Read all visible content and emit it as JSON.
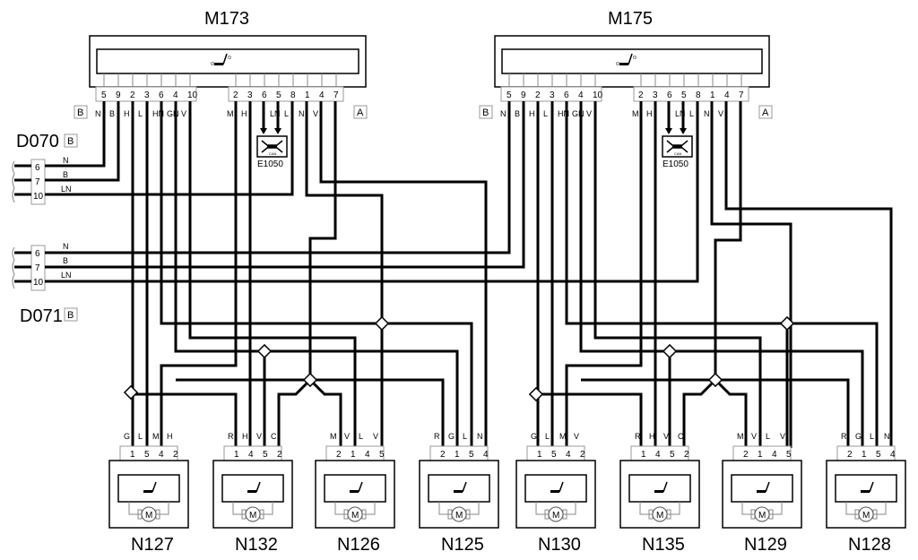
{
  "modules": [
    {
      "id": "M173",
      "connector_b": {
        "tag": "B",
        "pins": [
          "5",
          "9",
          "2",
          "3",
          "6",
          "4",
          "10"
        ],
        "wires": [
          "N",
          "B",
          "H",
          "L",
          "HN",
          "GN",
          "V"
        ]
      },
      "connector_a": {
        "tag": "A",
        "pins": [
          "2",
          "3",
          "6",
          "5",
          "8",
          "1",
          "4",
          "7"
        ],
        "wires": [
          "M",
          "H",
          "",
          "LN",
          "L",
          "N",
          "V"
        ]
      },
      "can_device": {
        "id": "E1050",
        "label": "CAN"
      }
    },
    {
      "id": "M175",
      "connector_b": {
        "tag": "B",
        "pins": [
          "5",
          "9",
          "2",
          "3",
          "6",
          "4",
          "10"
        ],
        "wires": [
          "N",
          "B",
          "H",
          "L",
          "HN",
          "GN",
          "V"
        ]
      },
      "connector_a": {
        "tag": "A",
        "pins": [
          "2",
          "3",
          "6",
          "5",
          "8",
          "1",
          "4",
          "7"
        ],
        "wires": [
          "M",
          "H",
          "",
          "LN",
          "L",
          "N",
          "V"
        ]
      },
      "can_device": {
        "id": "E1050",
        "label": "CAN"
      }
    }
  ],
  "external_connectors": [
    {
      "id": "D070",
      "tag": "B",
      "pins": [
        "6",
        "7",
        "10"
      ],
      "wires": [
        "N",
        "B",
        "LN"
      ]
    },
    {
      "id": "D071",
      "tag": "B",
      "pins": [
        "6",
        "7",
        "10"
      ],
      "wires": [
        "N",
        "B",
        "LN"
      ]
    }
  ],
  "motors": [
    {
      "id": "N127",
      "pins": [
        "1",
        "5",
        "4",
        "2"
      ],
      "wires": [
        "G",
        "L",
        "M",
        "H"
      ],
      "motor_label": "M"
    },
    {
      "id": "N132",
      "pins": [
        "1",
        "4",
        "5",
        "2"
      ],
      "wires": [
        "R",
        "H",
        "V",
        "C"
      ],
      "motor_label": "M"
    },
    {
      "id": "N126",
      "pins": [
        "2",
        "1",
        "4",
        "5"
      ],
      "wires": [
        "M",
        "V",
        "L",
        "V"
      ],
      "motor_label": "M"
    },
    {
      "id": "N125",
      "pins": [
        "2",
        "1",
        "5",
        "4"
      ],
      "wires": [
        "R",
        "G",
        "L",
        "N"
      ],
      "motor_label": "M"
    },
    {
      "id": "N130",
      "pins": [
        "1",
        "5",
        "4",
        "2"
      ],
      "wires": [
        "G",
        "L",
        "M",
        "V"
      ],
      "motor_label": "M"
    },
    {
      "id": "N135",
      "pins": [
        "1",
        "4",
        "5",
        "2"
      ],
      "wires": [
        "R",
        "H",
        "V",
        "C"
      ],
      "motor_label": "M"
    },
    {
      "id": "N129",
      "pins": [
        "2",
        "1",
        "4",
        "5"
      ],
      "wires": [
        "M",
        "V",
        "L",
        "V"
      ],
      "motor_label": "M"
    },
    {
      "id": "N128",
      "pins": [
        "2",
        "1",
        "5",
        "4"
      ],
      "wires": [
        "R",
        "G",
        "L",
        "N"
      ],
      "motor_label": "M"
    }
  ]
}
